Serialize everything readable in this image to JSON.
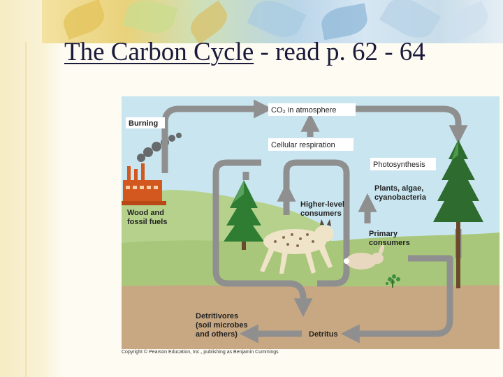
{
  "slide": {
    "title_main": "The Carbon Cycle",
    "title_rest": " - read p. 62 - 64"
  },
  "diagram": {
    "labels": {
      "co2": "CO₂ in atmosphere",
      "burning": "Burning",
      "respiration": "Cellular respiration",
      "photosynthesis": "Photosynthesis",
      "plants_1": "Plants, algae,",
      "plants_2": "cyanobacteria",
      "higher_1": "Higher-level",
      "higher_2": "consumers",
      "primary_1": "Primary",
      "primary_2": "consumers",
      "wood_1": "Wood and",
      "wood_2": "fossil fuels",
      "detritivores_1": "Detritivores",
      "detritivores_2": "(soil microbes",
      "detritivores_3": "and others)",
      "detritus": "Detritus"
    },
    "copyright": "Copyright © Pearson Education, Inc., publishing as Benjamin Cummings",
    "colors": {
      "sky": "#c9e6f0",
      "hill": "#b6d18c",
      "grass": "#a8c77a",
      "soil": "#c8a883",
      "arrow": "#8f8f8f",
      "label_box": "#ffffff",
      "factory": "#d2581f",
      "smoke": "#555555",
      "tree_green": "#2e7d32"
    }
  }
}
